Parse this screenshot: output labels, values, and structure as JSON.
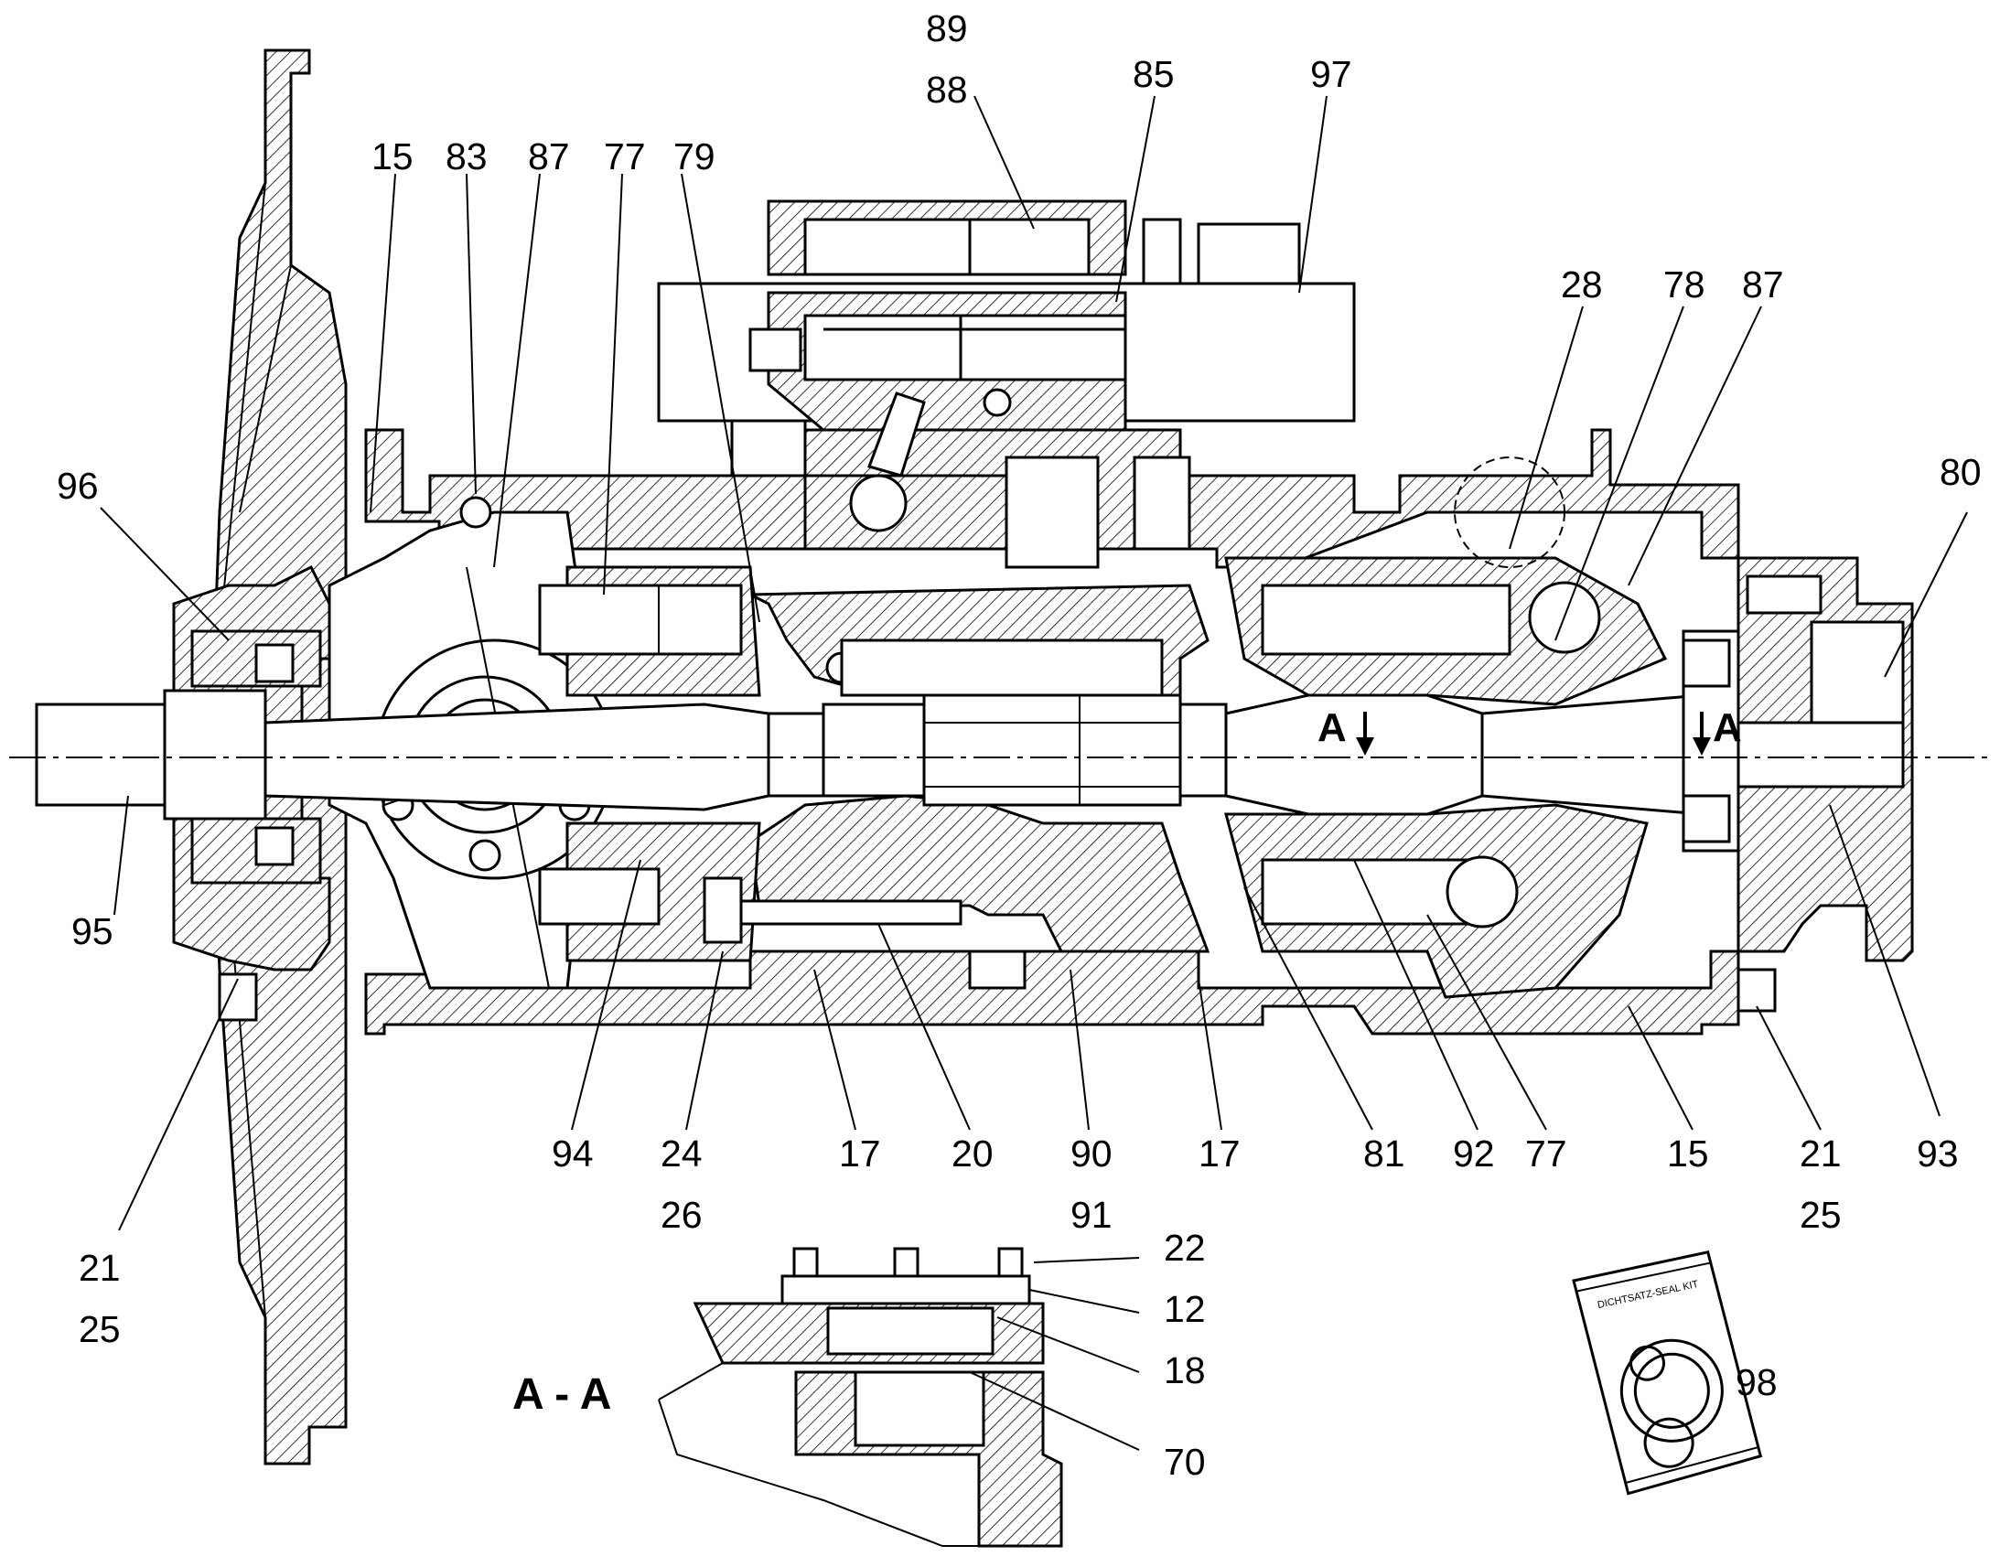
{
  "drawing": {
    "callouts": [
      {
        "id": "c89",
        "text": "89"
      },
      {
        "id": "c88",
        "text": "88"
      },
      {
        "id": "c85",
        "text": "85"
      },
      {
        "id": "c97",
        "text": "97"
      },
      {
        "id": "c15a",
        "text": "15"
      },
      {
        "id": "c83",
        "text": "83"
      },
      {
        "id": "c87a",
        "text": "87"
      },
      {
        "id": "c77a",
        "text": "77"
      },
      {
        "id": "c79",
        "text": "79"
      },
      {
        "id": "c28",
        "text": "28"
      },
      {
        "id": "c78",
        "text": "78"
      },
      {
        "id": "c87b",
        "text": "87"
      },
      {
        "id": "c80",
        "text": "80"
      },
      {
        "id": "c96",
        "text": "96"
      },
      {
        "id": "c95",
        "text": "95"
      },
      {
        "id": "c94",
        "text": "94"
      },
      {
        "id": "c24",
        "text": "24"
      },
      {
        "id": "c26",
        "text": "26"
      },
      {
        "id": "c17a",
        "text": "17"
      },
      {
        "id": "c20",
        "text": "20"
      },
      {
        "id": "c90",
        "text": "90"
      },
      {
        "id": "c91",
        "text": "91"
      },
      {
        "id": "c17b",
        "text": "17"
      },
      {
        "id": "c81",
        "text": "81"
      },
      {
        "id": "c92",
        "text": "92"
      },
      {
        "id": "c77b",
        "text": "77"
      },
      {
        "id": "c15b",
        "text": "15"
      },
      {
        "id": "c21a",
        "text": "21"
      },
      {
        "id": "c25a",
        "text": "25"
      },
      {
        "id": "c93",
        "text": "93"
      },
      {
        "id": "c21b",
        "text": "21"
      },
      {
        "id": "c25b",
        "text": "25"
      },
      {
        "id": "c22",
        "text": "22"
      },
      {
        "id": "c12",
        "text": "12"
      },
      {
        "id": "c18",
        "text": "18"
      },
      {
        "id": "c70",
        "text": "70"
      },
      {
        "id": "c98",
        "text": "98"
      }
    ],
    "section_view_title": "A - A",
    "section_marker_left": "A",
    "section_marker_right": "A",
    "seal_kit_label": "DICHTSATZ-SEAL KIT"
  }
}
